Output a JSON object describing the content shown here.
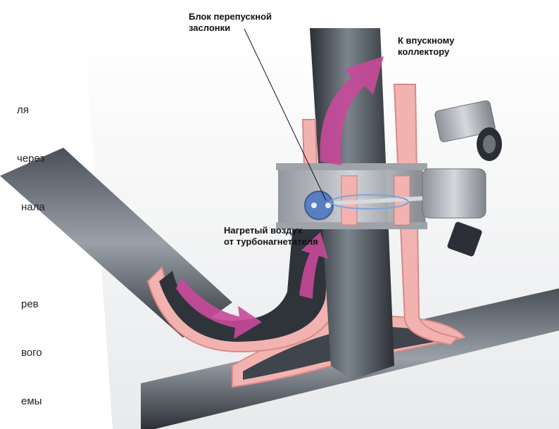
{
  "labels": {
    "bypass_valve": [
      "Блок перепускной",
      "заслонки"
    ],
    "to_intake": [
      "К впускному",
      "коллектору"
    ],
    "heated_air": [
      "Нагретый воздух",
      "от турбонагнетателя"
    ]
  },
  "side_text_lines": [
    "ля",
    "через",
    "нала",
    "",
    "рев",
    "вого",
    "емы"
  ],
  "colors": {
    "pipe": "#3a3f46",
    "pipe_light": "#8a929b",
    "channel": "#f2b3b0",
    "arrow": "#c8499a",
    "valve": "#5a7fc0",
    "housing": "#b8bcc2",
    "ground": "#e6e8ea"
  }
}
